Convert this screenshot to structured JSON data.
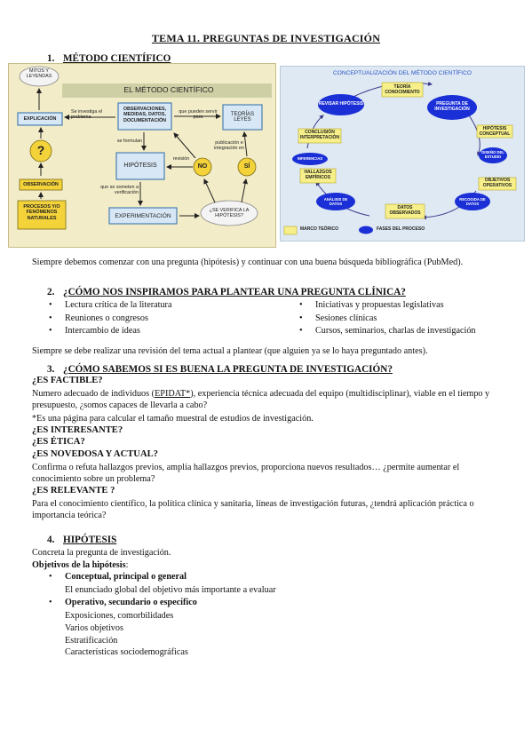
{
  "title": "TEMA 11. PREGUNTAS DE INVESTIGACIÓN",
  "section1": {
    "number": "1.",
    "heading": "MÉTODO CIENTÍFICO",
    "diagram_left": {
      "header": "EL MÉTODO CIENTÍFICO",
      "mitos": "MITOS Y LEYENDAS",
      "explicacion": "EXPLICACIÓN",
      "observacion": "OBSERVACIÓN",
      "procesos": "PROCESOS Y/O FENÓMENOS NATURALES",
      "observaciones_box": "OBSERVACIONES, MEDIDAS, DATOS, DOCUMENTACIÓN",
      "teorias": "TEORÍAS LEYES",
      "hipotesis": "HIPÓTESIS",
      "experimentacion": "EXPERIMENTACIÓN",
      "no": "NO",
      "si": "SÍ",
      "se_verifica": "¿SE VERIFICA LA HIPÓTESIS?",
      "arrow_1": "Se investiga el problema",
      "arrow_2": "que pueden servir para",
      "arrow_3": "se formulan",
      "arrow_4": "revisión",
      "arrow_5": "publicación e integración en",
      "arrow_6": "que se someten a verificación",
      "question_mark": "?",
      "colors": {
        "box_border": "#4a7fb0",
        "box_fill": "#d7e7f5",
        "yellow": "#f3d23a",
        "header_fill": "#cfcfa6"
      }
    },
    "diagram_right": {
      "header": "CONCEPTUALIZACIÓN DEL MÉTODO CIENTÍFICO",
      "teoria": "TEORÍA CONOCIMIENTO",
      "pregunta": "PREGUNTA DE INVESTIGACIÓN",
      "revisar": "REVISAR HIPÓTESIS",
      "hipotesis_conceptual": "HIPÓTESIS CONCEPTUAL",
      "conclusion": "CONCLUSIÓN INTERPRETACIÓN",
      "diseno": "DISEÑO DEL ESTUDIO",
      "inferencias": "INFERENCIAS",
      "objetivos": "OBJETIVOS OPERATIVOS",
      "hallazgos": "HALLAZGOS EMPÍRICOS",
      "analisis": "ANÁLISIS DE DATOS",
      "datos": "DATOS OBSERVADOS",
      "recogida": "RECOGIDA DE DATOS",
      "legend_marco": "MARCO TEÓRICO",
      "legend_fases": "FASES DEL PROCESO",
      "colors": {
        "yellow": "#f7f08a",
        "blue": "#1a2fd6",
        "header": "#2b56c6"
      }
    }
  },
  "para1": "Siempre debemos comenzar con una pregunta (hipótesis) y continuar con una buena búsqueda bibliográfica (PubMed).",
  "section2": {
    "number": "2.",
    "heading": "¿CÓMO NOS INSPIRAMOS PARA PLANTEAR UNA PREGUNTA CLÍNICA?",
    "left_items": [
      "Lectura crítica de la literatura",
      "Reuniones o congresos",
      "Intercambio de ideas"
    ],
    "right_items": [
      "Iniciativas y propuestas legislativas",
      "Sesiones clínicas",
      "Cursos, seminarios, charlas de investigación"
    ]
  },
  "para2": "Siempre se debe realizar una revisión del tema actual a plantear (que alguien ya se lo haya preguntado antes).",
  "section3": {
    "number": "3.",
    "heading": "¿CÓMO SABEMOS SI ES BUENA LA PREGUNTA DE INVESTIGACIÓN?",
    "factible_q": "¿ES FACTIBLE?",
    "factible_a_pre": "Numero adecuado de individuos (",
    "factible_a_link": "EPIDAT*",
    "factible_a_post": "), experiencia técnica adecuada del equipo (multidisciplinar), viable en el tiempo y presupuesto, ¿somos capaces de llevarla a cabo?",
    "factible_note": "*Es una página para calcular el tamaño muestral de estudios de investigación.",
    "interesante_q": "¿ES INTERESANTE?",
    "etica_q": "¿ES ÉTICA?",
    "novedosa_q": "¿ES NOVEDOSA Y ACTUAL?",
    "novedosa_a": "Confirma o refuta hallazgos previos, amplía hallazgos previos, proporciona nuevos resultados… ¿permite aumentar el conocimiento sobre un problema?",
    "relevante_q": "¿ES RELEVANTE ?",
    "relevante_a": "Para el conocimiento científico, la política clínica y sanitaria, líneas de investigación futuras, ¿tendrá aplicación práctica o importancia teórica?"
  },
  "section4": {
    "number": "4.",
    "heading": "HIPÓTESIS",
    "line1": "Concreta la pregunta de investigación.",
    "objetivos_label": "Objetivos de la hipótesis",
    "objetivos_colon": ":",
    "item1_title": "Conceptual, principal o general",
    "item1_desc": "El enunciado global del objetivo más importante a evaluar",
    "item2_title": "Operativo, secundario o específico",
    "item2_sub": [
      "Exposiciones, comorbilidades",
      "Varios objetivos",
      "Estratificación",
      "Características sociodemográficas"
    ]
  }
}
